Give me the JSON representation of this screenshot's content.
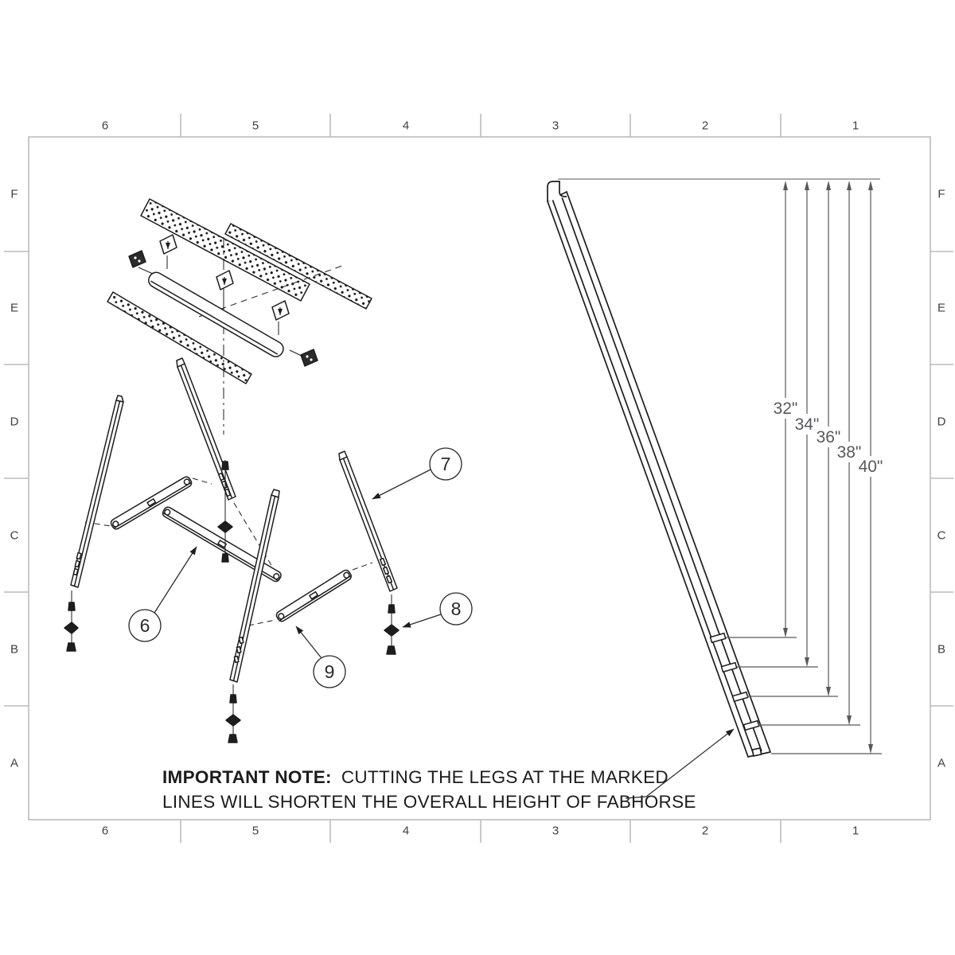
{
  "sheet": {
    "zone_columns_top": [
      "6",
      "5",
      "4",
      "3",
      "2",
      "1"
    ],
    "zone_columns_bottom": [
      "6",
      "5",
      "4",
      "3",
      "2",
      "1"
    ],
    "zone_rows_left": [
      "F",
      "E",
      "D",
      "C",
      "B",
      "A"
    ],
    "zone_rows_right": [
      "F",
      "E",
      "D",
      "C",
      "B",
      "A"
    ],
    "note": {
      "label": "IMPORTANT NOTE:",
      "line1": "CUTTING THE LEGS AT THE MARKED",
      "line2": "LINES WILL SHORTEN THE OVERALL HEIGHT OF FABHORSE"
    }
  },
  "dimensions": {
    "labels": [
      "32\"",
      "34\"",
      "36\"",
      "38\"",
      "40\""
    ]
  },
  "callouts": {
    "balloon_6": "6",
    "balloon_7": "7",
    "balloon_8": "8",
    "balloon_9": "9"
  },
  "colors": {
    "frame": "#b9bcbe",
    "line": "#1d1d1d",
    "dimension": "#58595b"
  }
}
